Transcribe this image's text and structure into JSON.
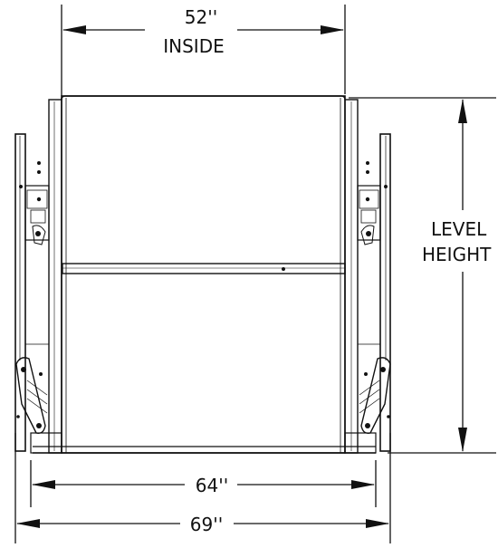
{
  "dimensions": {
    "inside_width_value": "52''",
    "inside_width_label": "INSIDE",
    "level_height_line1": "LEVEL",
    "level_height_line2": "HEIGHT",
    "platform_width": "64''",
    "overall_width": "69''"
  },
  "colors": {
    "line": "#111111",
    "background": "#ffffff"
  }
}
